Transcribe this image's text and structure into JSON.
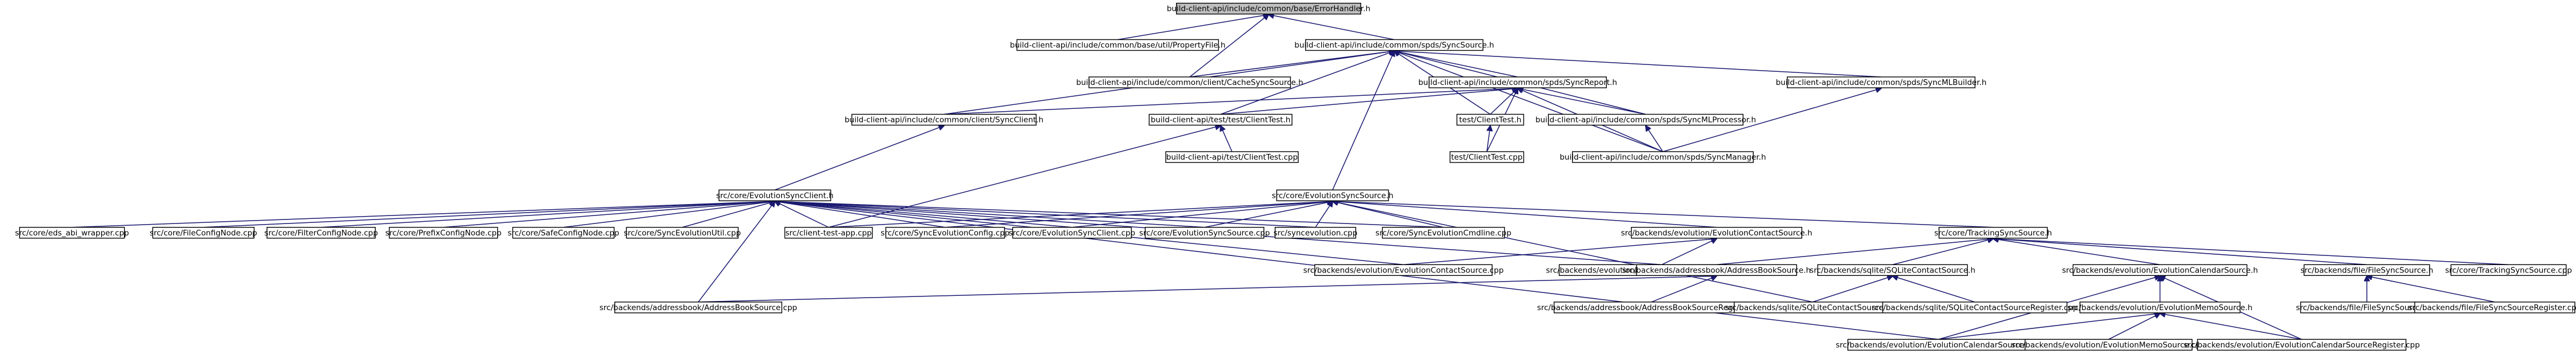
{
  "graph": {
    "root": "build-client-api/include/common/base/ErrorHandler.h",
    "nodes": [
      {
        "id": "n0",
        "label": "build-client-api/include/common/base/ErrorHandler.h",
        "root": true
      },
      {
        "id": "n1",
        "label": "build-client-api/include/common/base/util/PropertyFile.h"
      },
      {
        "id": "n2",
        "label": "build-client-api/include/common/spds/SyncSource.h"
      },
      {
        "id": "n3",
        "label": "build-client-api/include/common/client/CacheSyncSource.h"
      },
      {
        "id": "n4",
        "label": "build-client-api/include/common/spds/SyncReport.h"
      },
      {
        "id": "n5",
        "label": "build-client-api/include/common/spds/SyncMLBuilder.h"
      },
      {
        "id": "n6",
        "label": "build-client-api/include/common/client/SyncClient.h"
      },
      {
        "id": "n7",
        "label": "build-client-api/test/test/ClientTest.h"
      },
      {
        "id": "n8",
        "label": "test/ClientTest.h"
      },
      {
        "id": "n9",
        "label": "build-client-api/include/common/spds/SyncMLProcessor.h"
      },
      {
        "id": "n10",
        "label": "build-client-api/test/ClientTest.cpp"
      },
      {
        "id": "n11",
        "label": "test/ClientTest.cpp"
      },
      {
        "id": "n12",
        "label": "build-client-api/include/common/spds/SyncManager.h"
      },
      {
        "id": "n13",
        "label": "src/core/EvolutionSyncClient.h"
      },
      {
        "id": "n14",
        "label": "src/core/EvolutionSyncSource.h"
      },
      {
        "id": "n15",
        "label": "src/core/eds_abi_wrapper.cpp"
      },
      {
        "id": "n16",
        "label": "src/core/FileConfigNode.cpp"
      },
      {
        "id": "n17",
        "label": "src/core/FilterConfigNode.cpp"
      },
      {
        "id": "n18",
        "label": "src/core/PrefixConfigNode.cpp"
      },
      {
        "id": "n19",
        "label": "src/core/SafeConfigNode.cpp"
      },
      {
        "id": "n20",
        "label": "src/core/SyncEvolutionUtil.cpp"
      },
      {
        "id": "n21",
        "label": "src/client-test-app.cpp"
      },
      {
        "id": "n22",
        "label": "src/core/SyncEvolutionConfig.cpp"
      },
      {
        "id": "n23",
        "label": "src/core/EvolutionSyncClient.cpp"
      },
      {
        "id": "n24",
        "label": "src/core/EvolutionSyncSource.cpp"
      },
      {
        "id": "n25",
        "label": "src/syncevolution.cpp"
      },
      {
        "id": "n26",
        "label": "src/core/SyncEvolutionCmdline.cpp"
      },
      {
        "id": "n27",
        "label": "src/backends/evolution/EvolutionContactSource.h"
      },
      {
        "id": "n28",
        "label": "src/core/TrackingSyncSource.h"
      },
      {
        "id": "n29",
        "label": "src/backends/evolution/EvolutionContactSource.cpp"
      },
      {
        "id": "n30",
        "label": "src/backends/evolution/EvolutionContactSourceRegister.cpp"
      },
      {
        "id": "n31",
        "label": "src/backends/addressbook/AddressBookSource.h"
      },
      {
        "id": "n32",
        "label": "src/backends/sqlite/SQLiteContactSource.h"
      },
      {
        "id": "n33",
        "label": "src/backends/evolution/EvolutionCalendarSource.h"
      },
      {
        "id": "n34",
        "label": "src/backends/file/FileSyncSource.h"
      },
      {
        "id": "n35",
        "label": "src/core/TrackingSyncSource.cpp"
      },
      {
        "id": "n36",
        "label": "src/backends/addressbook/AddressBookSource.cpp"
      },
      {
        "id": "n37",
        "label": "src/backends/addressbook/AddressBookSourceRegister.cpp"
      },
      {
        "id": "n38",
        "label": "src/backends/sqlite/SQLiteContactSource.cpp"
      },
      {
        "id": "n39",
        "label": "src/backends/sqlite/SQLiteContactSourceRegister.cpp"
      },
      {
        "id": "n40",
        "label": "src/backends/evolution/EvolutionMemoSource.h"
      },
      {
        "id": "n41",
        "label": "src/backends/file/FileSyncSource.cpp"
      },
      {
        "id": "n42",
        "label": "src/backends/file/FileSyncSourceRegister.cpp"
      },
      {
        "id": "n43",
        "label": "src/backends/evolution/EvolutionCalendarSource.cpp"
      },
      {
        "id": "n44",
        "label": "src/backends/evolution/EvolutionMemoSource.cpp"
      },
      {
        "id": "n45",
        "label": "src/backends/evolution/EvolutionCalendarSourceRegister.cpp"
      }
    ],
    "edges": [
      [
        "n0",
        "n1"
      ],
      [
        "n0",
        "n2"
      ],
      [
        "n0",
        "n3"
      ],
      [
        "n2",
        "n3"
      ],
      [
        "n2",
        "n4"
      ],
      [
        "n2",
        "n5"
      ],
      [
        "n2",
        "n6"
      ],
      [
        "n2",
        "n7"
      ],
      [
        "n2",
        "n8"
      ],
      [
        "n2",
        "n9"
      ],
      [
        "n2",
        "n12"
      ],
      [
        "n2",
        "n14"
      ],
      [
        "n4",
        "n6"
      ],
      [
        "n4",
        "n7"
      ],
      [
        "n4",
        "n8"
      ],
      [
        "n4",
        "n9"
      ],
      [
        "n4",
        "n12"
      ],
      [
        "n4",
        "n11"
      ],
      [
        "n5",
        "n12"
      ],
      [
        "n9",
        "n12"
      ],
      [
        "n8",
        "n11"
      ],
      [
        "n6",
        "n13"
      ],
      [
        "n7",
        "n10"
      ],
      [
        "n7",
        "n21"
      ],
      [
        "n13",
        "n15"
      ],
      [
        "n13",
        "n16"
      ],
      [
        "n13",
        "n17"
      ],
      [
        "n13",
        "n18"
      ],
      [
        "n13",
        "n19"
      ],
      [
        "n13",
        "n20"
      ],
      [
        "n13",
        "n21"
      ],
      [
        "n13",
        "n22"
      ],
      [
        "n13",
        "n23"
      ],
      [
        "n13",
        "n24"
      ],
      [
        "n13",
        "n25"
      ],
      [
        "n13",
        "n26"
      ],
      [
        "n13",
        "n29"
      ],
      [
        "n13",
        "n36"
      ],
      [
        "n13",
        "n43"
      ],
      [
        "n13",
        "n30"
      ],
      [
        "n14",
        "n21"
      ],
      [
        "n14",
        "n22"
      ],
      [
        "n14",
        "n23"
      ],
      [
        "n14",
        "n24"
      ],
      [
        "n14",
        "n25"
      ],
      [
        "n14",
        "n26"
      ],
      [
        "n14",
        "n27"
      ],
      [
        "n14",
        "n28"
      ],
      [
        "n14",
        "n38"
      ],
      [
        "n27",
        "n29"
      ],
      [
        "n27",
        "n30"
      ],
      [
        "n28",
        "n31"
      ],
      [
        "n28",
        "n32"
      ],
      [
        "n28",
        "n33"
      ],
      [
        "n28",
        "n34"
      ],
      [
        "n28",
        "n35"
      ],
      [
        "n31",
        "n36"
      ],
      [
        "n31",
        "n37"
      ],
      [
        "n32",
        "n38"
      ],
      [
        "n32",
        "n39"
      ],
      [
        "n33",
        "n40"
      ],
      [
        "n33",
        "n43"
      ],
      [
        "n33",
        "n45"
      ],
      [
        "n34",
        "n41"
      ],
      [
        "n34",
        "n42"
      ],
      [
        "n40",
        "n44"
      ],
      [
        "n40",
        "n43"
      ],
      [
        "n40",
        "n45"
      ]
    ]
  }
}
